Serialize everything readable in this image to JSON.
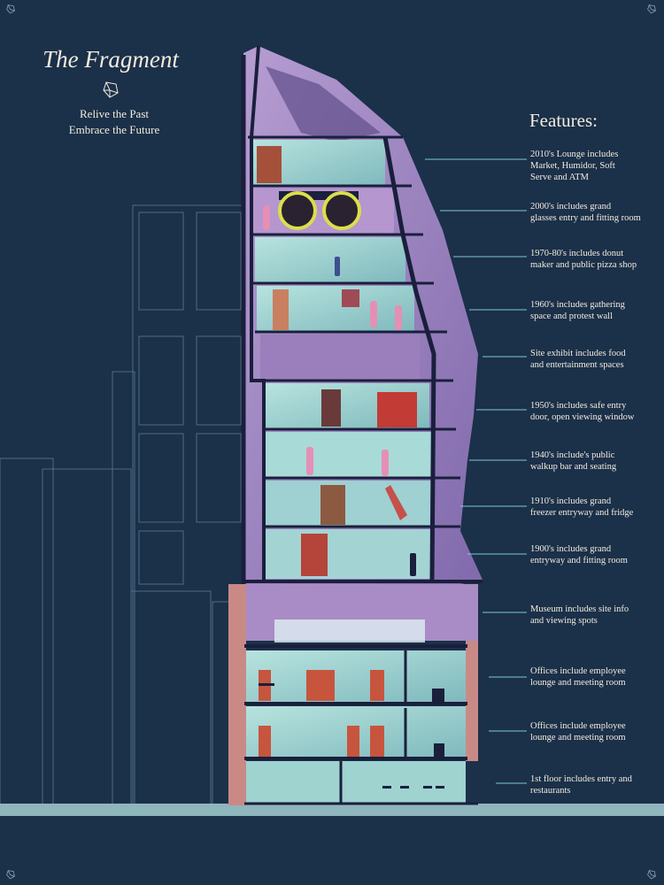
{
  "header": {
    "title": "The Fragment",
    "tagline_line1": "Relive the Past",
    "tagline_line2": "Embrace the Future"
  },
  "features": {
    "heading": "Features:",
    "items": [
      {
        "line1": "2010's Lounge includes",
        "line2": "Market, Humidor, Soft",
        "line3": "Serve and ATM"
      },
      {
        "line1": "2000's includes grand",
        "line2": "glasses entry and fitting room",
        "line3": ""
      },
      {
        "line1": "1970-80's includes donut",
        "line2": "maker and public pizza shop",
        "line3": ""
      },
      {
        "line1": "1960's includes gathering",
        "line2": "space and protest wall",
        "line3": ""
      },
      {
        "line1": "Site exhibit includes food",
        "line2": "and entertainment spaces",
        "line3": ""
      },
      {
        "line1": "1950's includes safe entry",
        "line2": "door, open viewing window",
        "line3": ""
      },
      {
        "line1": "1940's include's public",
        "line2": "walkup bar and seating",
        "line3": ""
      },
      {
        "line1": "1910's includes grand",
        "line2": "freezer entryway and fridge",
        "line3": ""
      },
      {
        "line1": "1900's includes grand",
        "line2": "entryway and fitting room",
        "line3": ""
      },
      {
        "line1": "Museum includes site info",
        "line2": "and viewing spots",
        "line3": ""
      },
      {
        "line1": "Offices include employee",
        "line2": "lounge and meeting room",
        "line3": ""
      },
      {
        "line1": "Offices include employee",
        "line2": "lounge and meeting room",
        "line3": ""
      },
      {
        "line1": "1st floor includes entry and",
        "line2": "restaurants",
        "line3": ""
      }
    ]
  },
  "colors": {
    "background": "#1b3049",
    "text": "#f1ecde",
    "leader": "#7ec8d8",
    "glass": "#a98bc6",
    "glass_dark": "#6e5a9a",
    "room": "#9fd3d0",
    "frame": "#1a1f3c",
    "brick": "#c98a86",
    "figure": "#e58fb5",
    "door": "#c7553e"
  },
  "icons": {
    "logo": "crystal-fragment-icon",
    "corner": "crystal-fragment-icon"
  }
}
